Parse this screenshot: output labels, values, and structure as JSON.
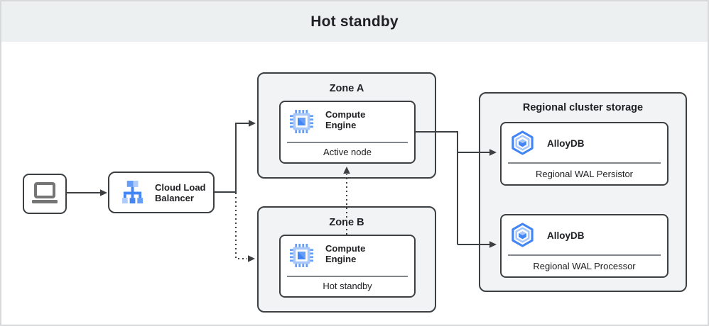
{
  "header": {
    "title": "Hot standby"
  },
  "colors": {
    "line": "#3c4043",
    "box_border": "#3c4043",
    "zone_fill": "#f1f3f4",
    "header_bg": "#edf0f1",
    "divider": "#80868b",
    "blue_dark": "#4285f4",
    "blue_mid": "#669df6",
    "blue_light": "#aecbfa",
    "icon_gray": "#757575"
  },
  "nodes": {
    "client": {
      "icon": "laptop-icon"
    },
    "load_balancer": {
      "icon": "load-balancer-icon",
      "label": "Cloud Load Balancer"
    },
    "zone_a": {
      "title": "Zone A",
      "service": {
        "icon": "compute-engine-icon",
        "name": "Compute Engine",
        "role": "Active node"
      }
    },
    "zone_b": {
      "title": "Zone B",
      "service": {
        "icon": "compute-engine-icon",
        "name": "Compute Engine",
        "role": "Hot standby"
      }
    },
    "regional_storage": {
      "title": "Regional cluster storage",
      "services": [
        {
          "icon": "alloydb-icon",
          "name": "AlloyDB",
          "role": "Regional WAL Persistor"
        },
        {
          "icon": "alloydb-icon",
          "name": "AlloyDB",
          "role": "Regional WAL Processor"
        }
      ]
    }
  },
  "connections": [
    {
      "from": "client",
      "to": "load_balancer",
      "style": "solid-arrow"
    },
    {
      "from": "load_balancer",
      "to": "zone_a",
      "style": "solid-arrow"
    },
    {
      "from": "load_balancer",
      "to": "zone_b",
      "style": "dotted-arrow"
    },
    {
      "from": "zone_b_compute_engine",
      "to": "zone_a_compute_engine",
      "style": "dotted-arrow"
    },
    {
      "from": "zone_a_compute_engine",
      "to": "alloydb_regional_wal_persistor",
      "style": "solid-arrow"
    },
    {
      "from": "zone_a_compute_engine",
      "to": "alloydb_regional_wal_processor",
      "style": "solid-arrow"
    }
  ]
}
